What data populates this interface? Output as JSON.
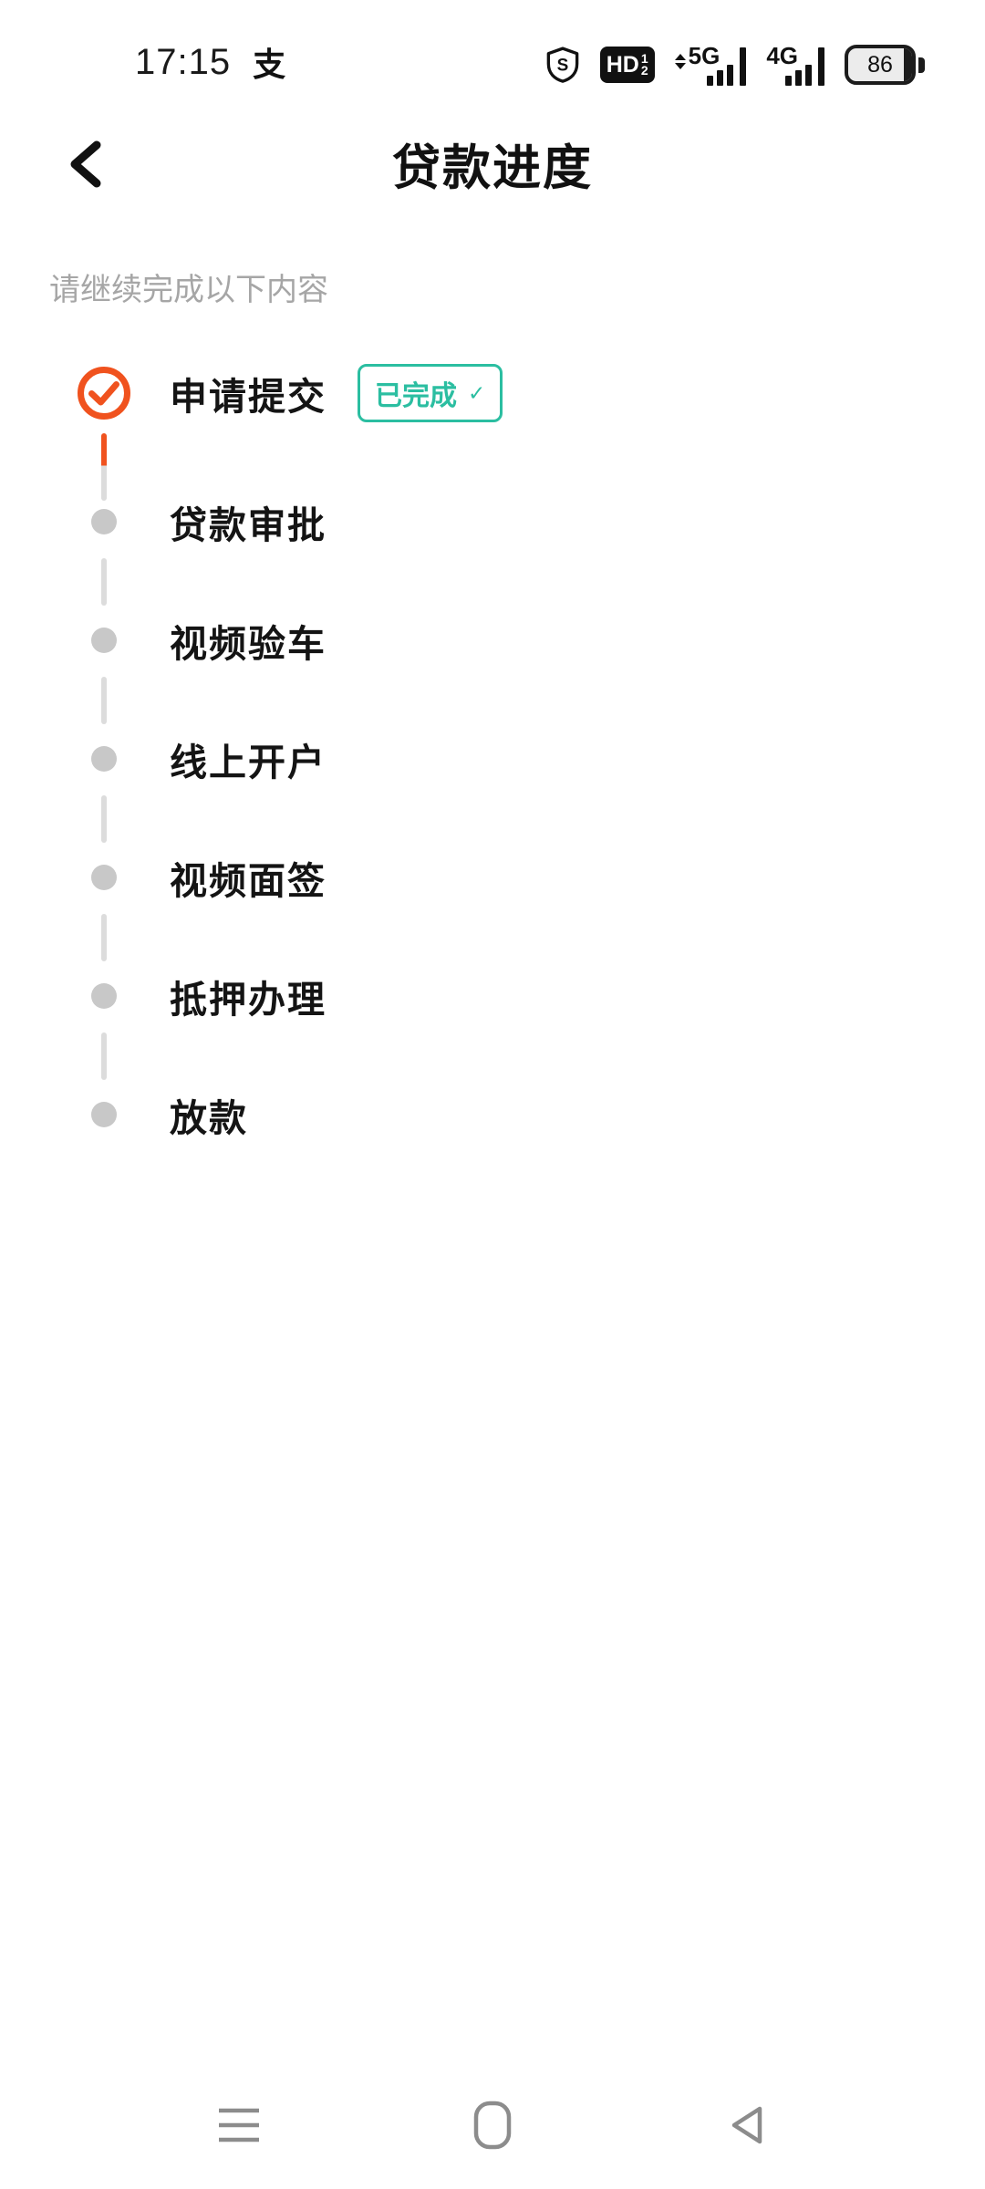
{
  "status_bar": {
    "time": "17:15",
    "alipay_glyph": "支",
    "shield_letter": "S",
    "hd_label": "HD",
    "sim_slot_top": "1",
    "sim_slot_bottom": "2",
    "signal_5g_label": "5G",
    "signal_4g_label": "4G",
    "battery_level": "86"
  },
  "header": {
    "title": "贷款进度"
  },
  "content": {
    "subtitle": "请继续完成以下内容",
    "steps": [
      {
        "label": "申请提交",
        "state": "completed",
        "badge_label": "已完成",
        "badge_check": "✓"
      },
      {
        "label": "贷款审批",
        "state": "pending"
      },
      {
        "label": "视频验车",
        "state": "pending"
      },
      {
        "label": "线上开户",
        "state": "pending"
      },
      {
        "label": "视频面签",
        "state": "pending"
      },
      {
        "label": "抵押办理",
        "state": "pending"
      },
      {
        "label": "放款",
        "state": "pending"
      }
    ]
  },
  "colors": {
    "accent_orange": "#F0521E",
    "badge_teal": "#2BBEA1",
    "pending_dot_gray": "#C8C8C8",
    "connector_gray": "#DCDCDC",
    "subtitle_gray": "#A6A6A6",
    "text_dark": "#141414",
    "nav_icon_gray": "#8C8C8C"
  }
}
